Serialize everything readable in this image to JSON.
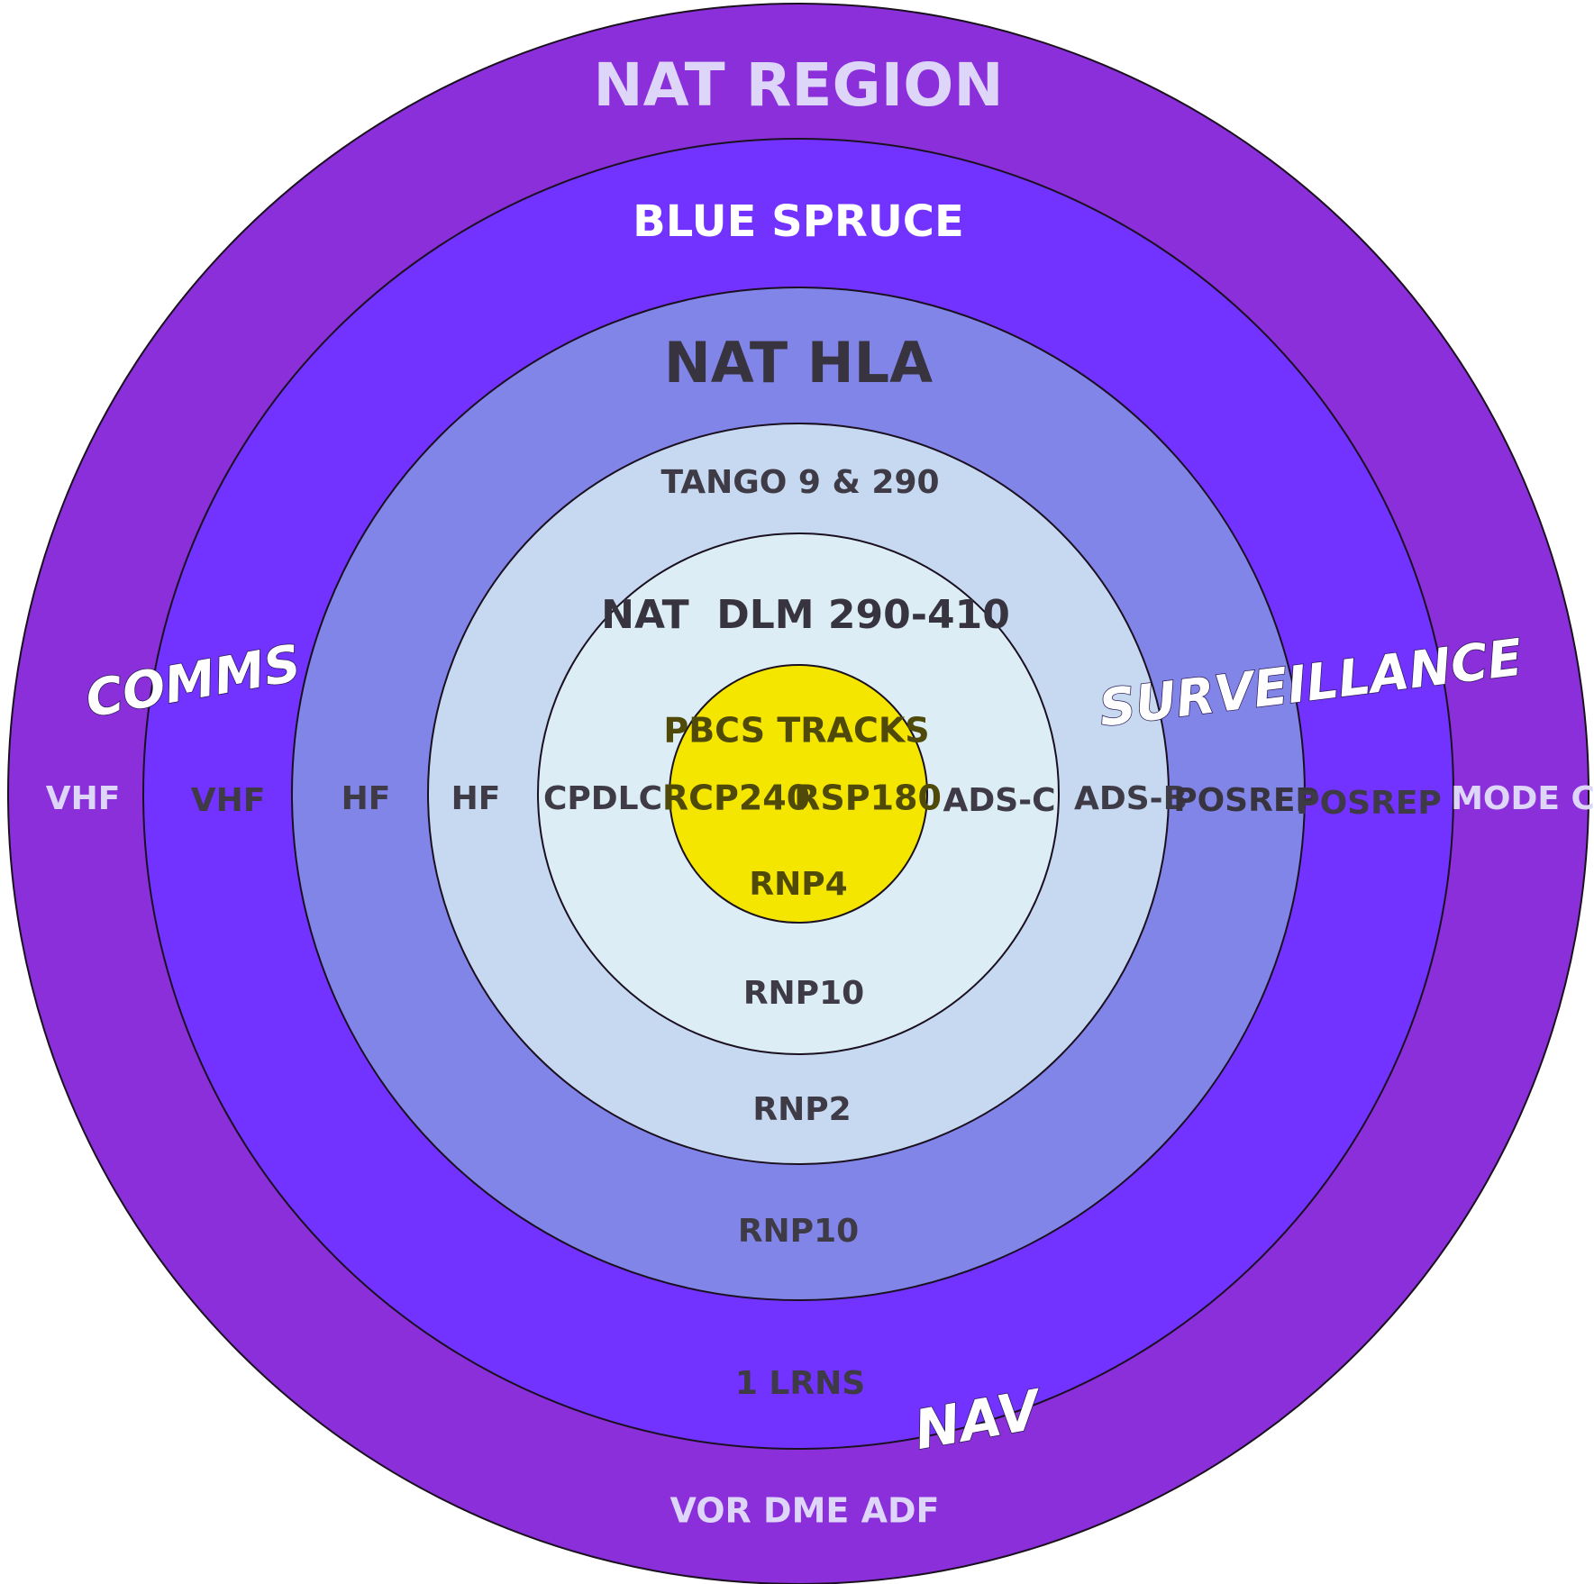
{
  "rings": {
    "nat_region": {
      "label": "NAT REGION",
      "color": "#8a2fd9"
    },
    "blue_spruce": {
      "label": "BLUE SPRUCE",
      "color": "#7232ff"
    },
    "nat_hla": {
      "label": "NAT HLA",
      "color": "#8285e8"
    },
    "tango": {
      "label": "TANGO 9 & 290",
      "color": "#c6d9f1"
    },
    "nat_dlm": {
      "label": "NAT  DLM 290-410",
      "color": "#dcedf5"
    },
    "pbcs": {
      "label": "PBCS TRACKS",
      "color": "#f5e600"
    }
  },
  "categories": {
    "comms": "COMMS",
    "surveillance": "SURVEILLANCE",
    "nav": "NAV"
  },
  "comms": {
    "nat_region": "VHF",
    "blue_spruce": "VHF",
    "nat_hla": "HF",
    "tango": "HF",
    "nat_dlm": "CPDLC",
    "pbcs": "RCP240"
  },
  "surveillance": {
    "pbcs": "RSP180",
    "nat_dlm": "ADS-C",
    "tango": "ADS-B",
    "nat_hla": "POSREP",
    "blue_spruce": "POSREP",
    "nat_region": "MODE C"
  },
  "nav": {
    "pbcs": "RNP4",
    "nat_dlm": "RNP10",
    "tango": "RNP2",
    "nat_hla": "RNP10",
    "blue_spruce": "1 LRNS",
    "nat_region": "VOR DME ADF"
  }
}
